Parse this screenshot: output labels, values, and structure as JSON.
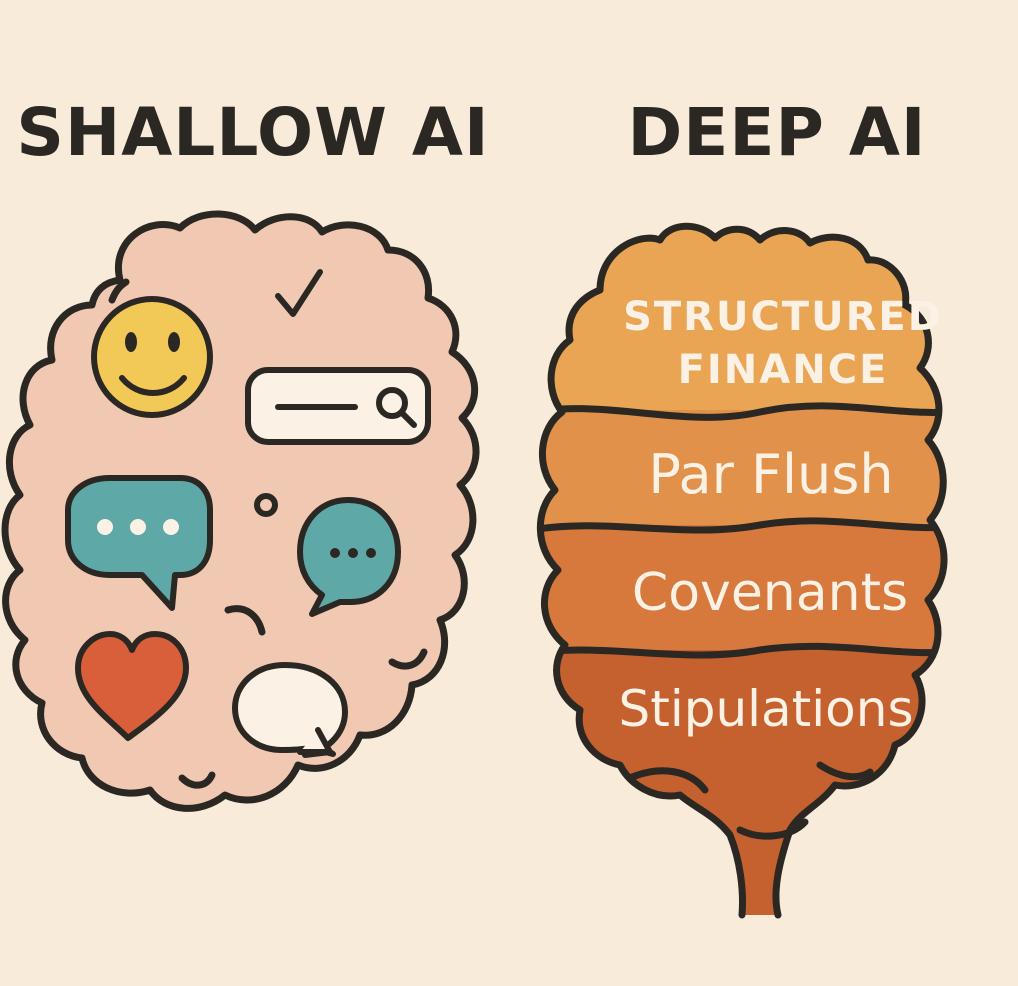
{
  "shallow": {
    "title": "SHALLOW AI",
    "icons": [
      "smiley-face-icon",
      "checkmark-icon",
      "search-bar-icon",
      "chat-bubble-icon",
      "chat-bubble-icon",
      "heart-icon",
      "empty-speech-bubble-icon"
    ]
  },
  "deep": {
    "title": "DEEP AI",
    "layers": [
      {
        "line1": "STRUCTURED",
        "line2": "FINANCE"
      },
      {
        "line1": "Par Flush"
      },
      {
        "line1": "Covenants"
      },
      {
        "line1": "Stipulations"
      }
    ]
  },
  "colors": {
    "background": "#f8ebd9",
    "shallow_brain": "#f1c9b3",
    "smiley": "#f2c857",
    "chat_bubble": "#5ea8a7",
    "heart": "#d95f3b",
    "layer_1": "#e9a553",
    "layer_2": "#e2914a",
    "layer_3": "#d7793c",
    "layer_4": "#c5612f"
  }
}
